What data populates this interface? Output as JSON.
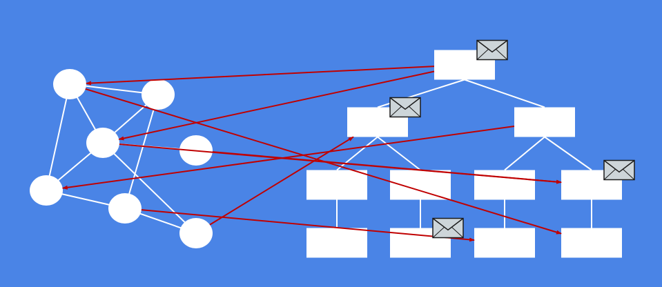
{
  "colors": {
    "background": "#4a84e6",
    "node_fill": "#ffffff",
    "edge": "#ffffff",
    "message_arrow": "#c00000",
    "envelope_body": "#cdd5d9",
    "envelope_stroke": "#1a1a1a"
  },
  "graph": {
    "nodes": [
      "g1",
      "g2",
      "g3",
      "g4",
      "g5",
      "g6",
      "g7"
    ],
    "edges": [
      [
        "g1",
        "g2"
      ],
      [
        "g1",
        "g3"
      ],
      [
        "g1",
        "g5"
      ],
      [
        "g2",
        "g3"
      ],
      [
        "g2",
        "g6"
      ],
      [
        "g3",
        "g4"
      ],
      [
        "g3",
        "g5"
      ],
      [
        "g3",
        "g7"
      ],
      [
        "g5",
        "g6"
      ],
      [
        "g6",
        "g7"
      ]
    ]
  },
  "tree": {
    "nodes": [
      "root",
      "a",
      "b",
      "a1",
      "a2",
      "b1",
      "b2",
      "a1c",
      "a2c",
      "b1c",
      "b2c"
    ],
    "edges": [
      [
        "root",
        "a"
      ],
      [
        "root",
        "b"
      ],
      [
        "a",
        "a1"
      ],
      [
        "a",
        "a2"
      ],
      [
        "b",
        "b1"
      ],
      [
        "b",
        "b2"
      ],
      [
        "a1",
        "a1c"
      ],
      [
        "a2",
        "a2c"
      ],
      [
        "b1",
        "b1c"
      ],
      [
        "b2",
        "b2c"
      ]
    ]
  },
  "messages": [
    {
      "from": "root",
      "to": "g1"
    },
    {
      "from": "root",
      "to": "g3"
    },
    {
      "from": "g7",
      "to": "a"
    },
    {
      "from": "b",
      "to": "g5"
    },
    {
      "from": "g3",
      "to": "b2"
    },
    {
      "from": "g4",
      "to": "b2"
    },
    {
      "from": "g1",
      "to": "b2c"
    },
    {
      "from": "g6",
      "to": "b1c"
    }
  ],
  "envelopes": [
    {
      "node": "root",
      "icon": "envelope-icon"
    },
    {
      "node": "a",
      "icon": "envelope-icon"
    },
    {
      "node": "b2",
      "icon": "envelope-icon"
    },
    {
      "node": "a2c",
      "icon": "envelope-icon"
    }
  ]
}
